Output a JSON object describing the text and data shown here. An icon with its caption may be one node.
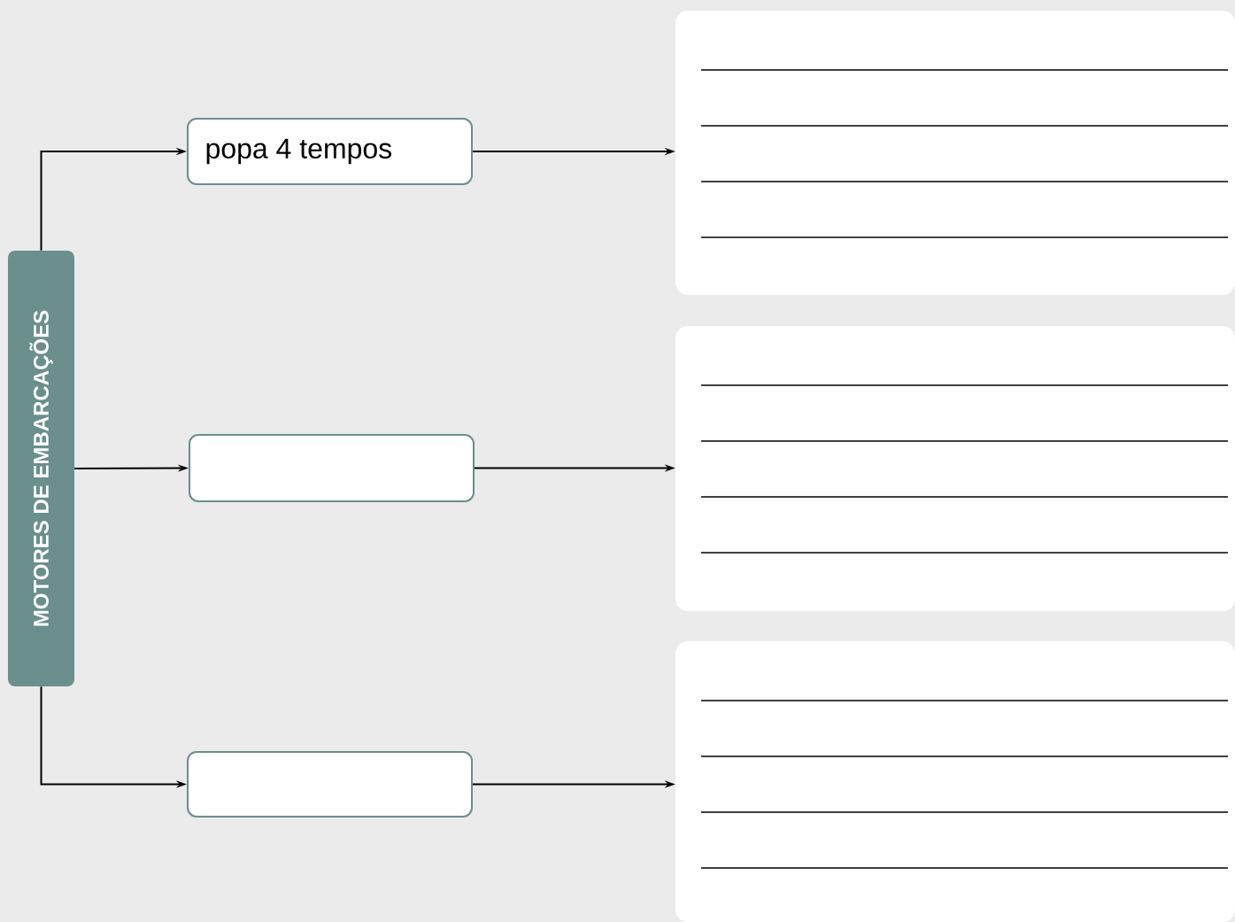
{
  "diagram": {
    "nodes": [
      {
        "text": [
          "MOTORES DE EMBARCAÇÕES"
        ]
      },
      {
        "text": [
          "popa 4 tempos"
        ]
      },
      {
        "text": [],
        "shape": "box"
      },
      {
        "text": [],
        "shape": "box"
      },
      {
        "text": [],
        "shape": "box"
      },
      {
        "text": [],
        "shape": "box"
      },
      {
        "text": [],
        "shape": "box"
      }
    ],
    "edges": [
      {
        "from": 0,
        "to": 1,
        "arrow": "to"
      },
      {
        "from": 0,
        "to": 2,
        "arrow": "to"
      },
      {
        "from": 0,
        "to": 3,
        "arrow": "to"
      },
      {
        "from": 1,
        "to": 4,
        "arrow": "to"
      },
      {
        "from": 2,
        "to": 5,
        "arrow": "to"
      },
      {
        "from": 3,
        "to": 6,
        "arrow": "to"
      }
    ]
  }
}
